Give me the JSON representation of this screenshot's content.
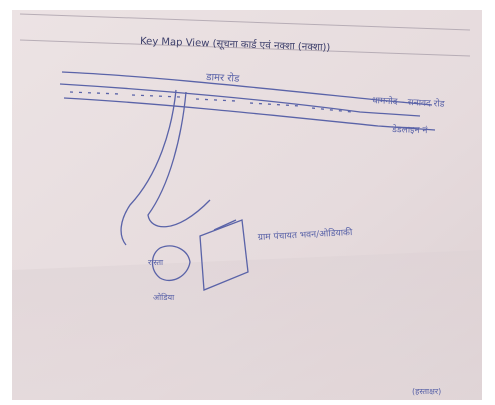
{
  "photo": {
    "subject": "handwritten-key-map-sketch",
    "printed_header": "Key Map View (सूचना कार्ड एवं नक्शा (नक्शा))",
    "handwritten_labels": {
      "road_top": "डामर रोड",
      "label_right": "धामनोद – सनावद रोड",
      "label_right_2": "डेडलाइन नं",
      "label_box": "ग्राम पंचायत भवन/ओडियाकी",
      "label_bottom_left": "रास्ता",
      "label_bottom_left_2": "ओडिया",
      "label_corner": "(हस्ताक्षर)"
    },
    "colors": {
      "paper": "#e9dfe1",
      "paper_shadow": "#d9cdd0",
      "ink": "#5a63a8",
      "header_ink": "#3d3f6b"
    }
  }
}
